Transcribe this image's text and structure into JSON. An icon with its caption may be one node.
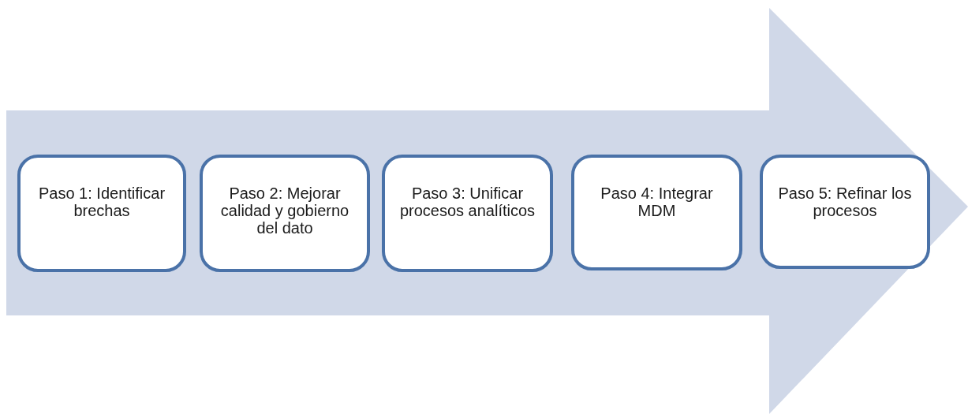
{
  "diagram": {
    "nodes": [
      {
        "text": [],
        "shape": "arrow"
      },
      {
        "text": [
          "Paso 1: Identificar brechas"
        ],
        "in": 0
      },
      {
        "text": [
          "Paso 2: Mejorar calidad y gobierno del dato"
        ],
        "in": 0
      },
      {
        "text": [
          "Paso 3: Unificar procesos analíticos"
        ],
        "in": 0
      },
      {
        "text": [
          "Paso 4: Integrar MDM"
        ],
        "in": 0
      },
      {
        "text": [
          "Paso 5: Refinar los procesos"
        ],
        "in": 0
      }
    ]
  }
}
